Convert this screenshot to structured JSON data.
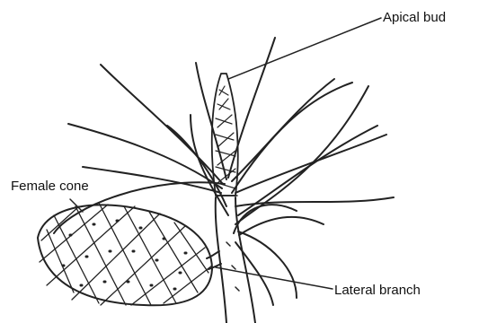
{
  "labels": {
    "apical_bud": "Apical bud",
    "female_cone": "Female cone",
    "lateral_branch": "Lateral branch"
  },
  "colors": {
    "ink": "#222222",
    "background": "#ffffff"
  }
}
